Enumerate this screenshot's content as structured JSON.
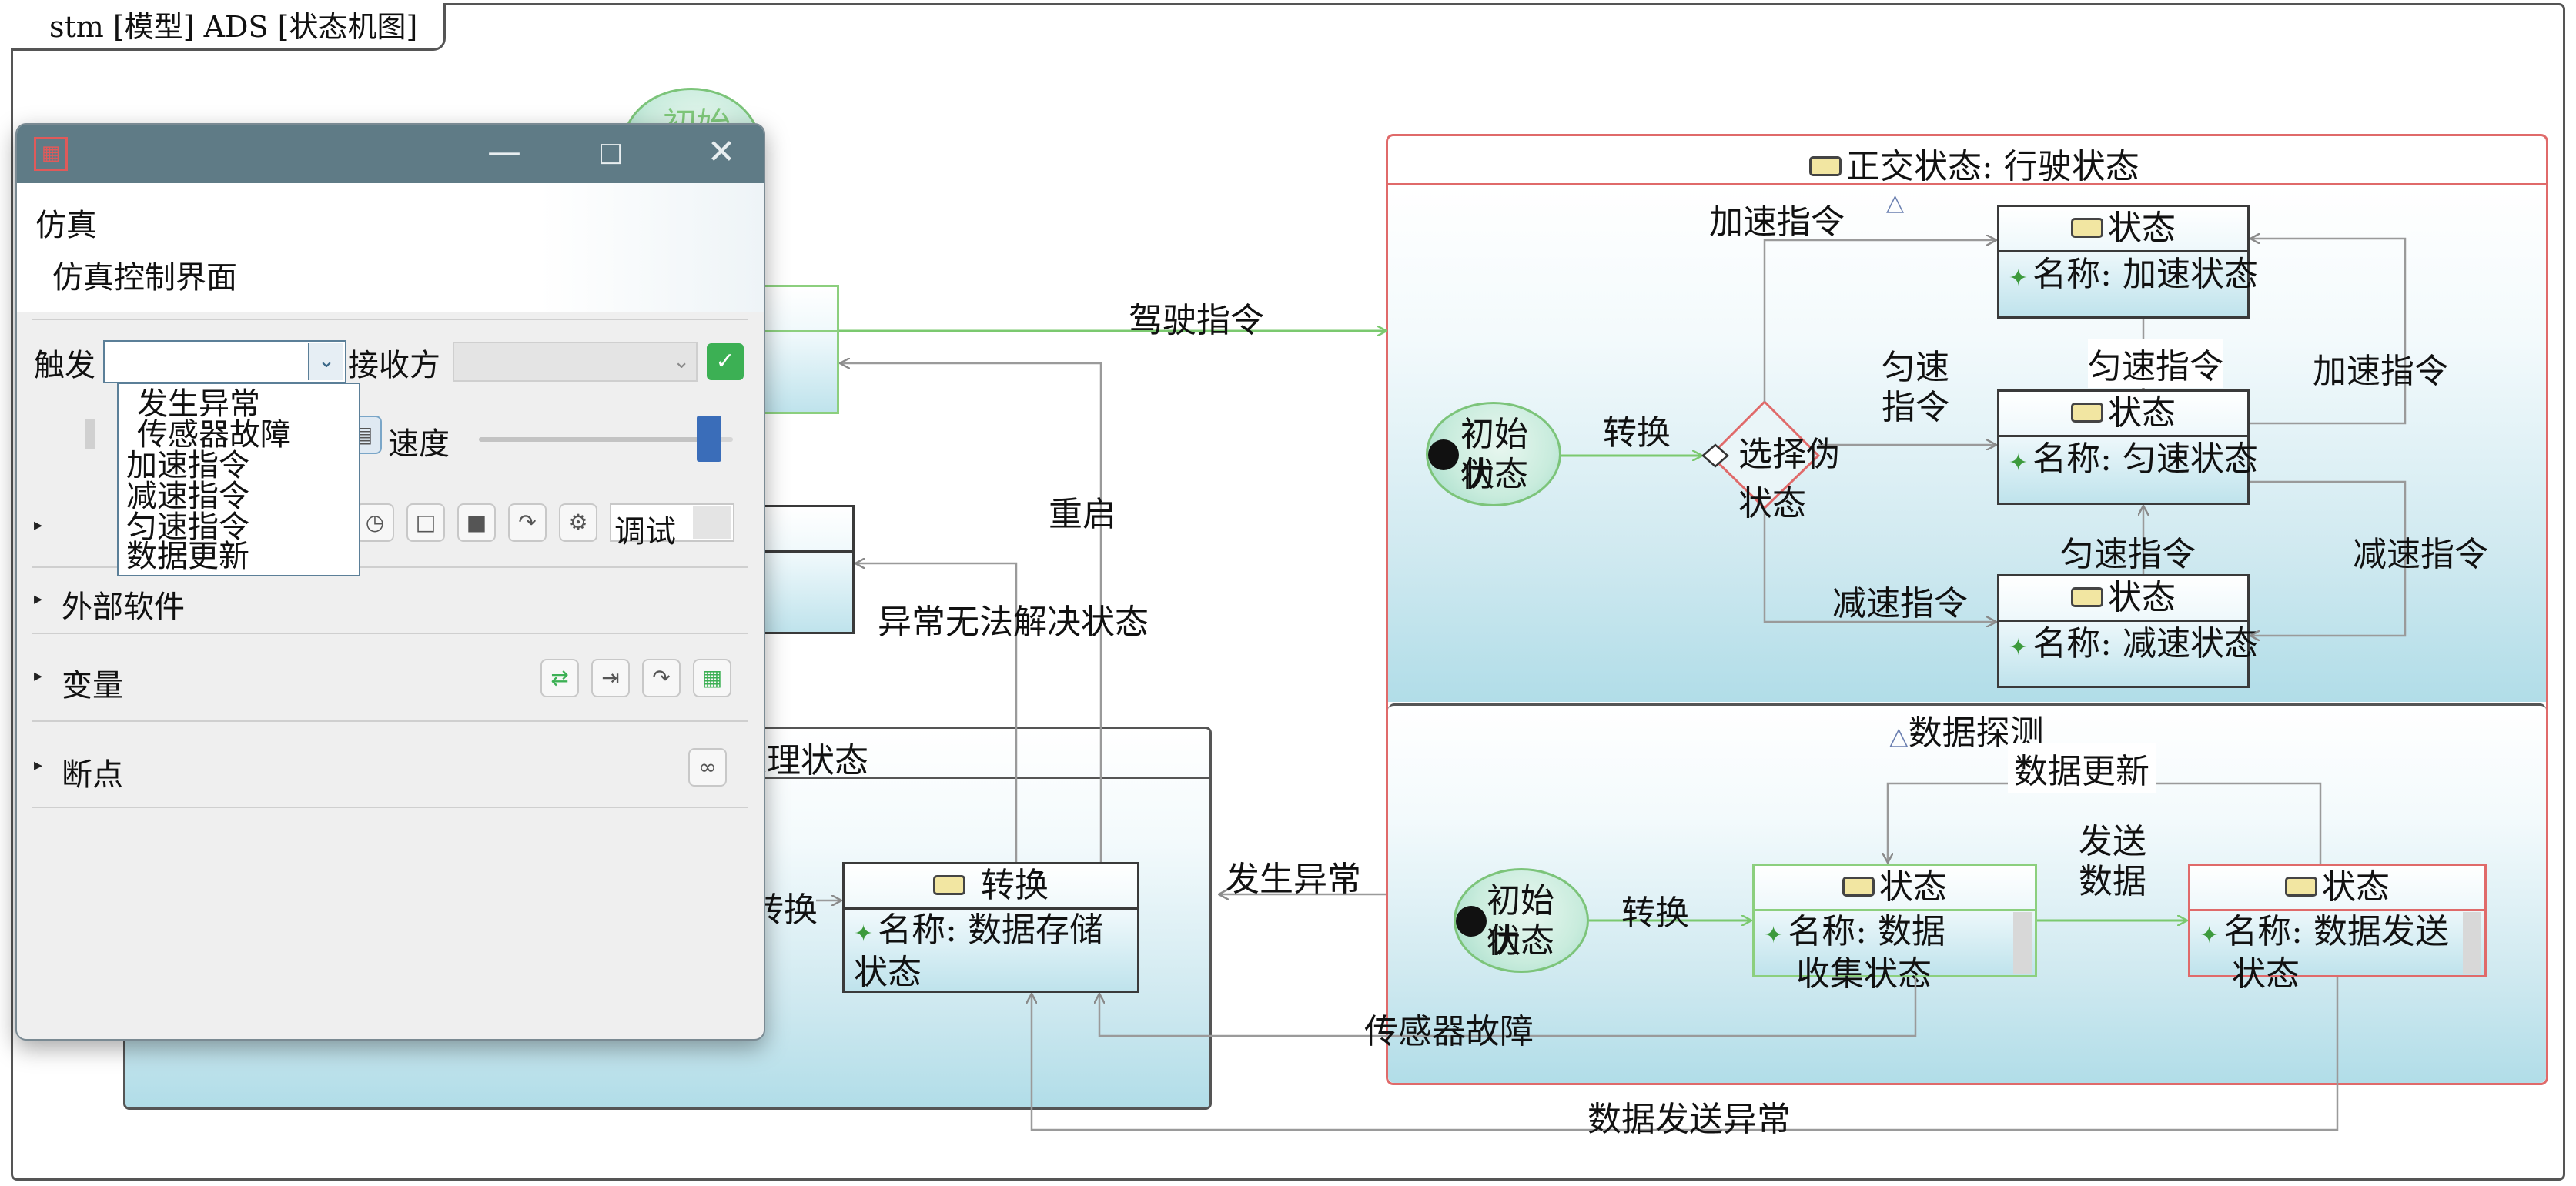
{
  "frame": {
    "title": "stm [模型] ADS [状态机图]"
  },
  "orthogonal_region": {
    "title": "正交状态: 行驶状态",
    "initial": [
      "初始伪",
      "状态"
    ],
    "choice": [
      "选择伪",
      "状态"
    ],
    "states": [
      {
        "header": "状态",
        "name": "名称: 加速状态"
      },
      {
        "header": "状态",
        "name": "名称: 匀速状态"
      },
      {
        "header": "状态",
        "name": "名称: 减速状态"
      }
    ],
    "labels": {
      "accel_top": "加速指令",
      "convert": "转换",
      "uniform_left": [
        "匀速",
        "指令"
      ],
      "uniform_mid1": "匀速指令",
      "accel_right": "加速指令",
      "uniform_mid2": "匀速指令",
      "decel_right": "减速指令",
      "decel_left": "减速指令"
    }
  },
  "data_region": {
    "title": "数据探测",
    "initial": [
      "初始伪",
      "状态"
    ],
    "states": [
      {
        "header": "状态",
        "name": [
          "名称: 数据",
          "收集状态"
        ]
      },
      {
        "header": "状态",
        "name": [
          "名称: 数据发送",
          "状态"
        ]
      }
    ],
    "labels": {
      "update": "数据更新",
      "convert": "转换",
      "send": [
        "发送",
        "数据"
      ]
    }
  },
  "process_region": {
    "title": "处理状态",
    "state": {
      "header": "转换",
      "name": [
        "名称: 数据存储",
        "状态"
      ]
    },
    "convert": "转换"
  },
  "partial_states": {
    "initial_text": "初始伪"
  },
  "transitions": {
    "drive": "驾驶指令",
    "restart": "重启",
    "unresolved": "异常无法解决状态",
    "exception": "发生异常",
    "sensor_fault": "传感器故障",
    "send_exception": "数据发送异常"
  },
  "sim": {
    "title": "仿真",
    "subtitle": "仿真控制界面",
    "trigger_label": "触发",
    "trigger_value": "",
    "receiver_label": "接收方",
    "receiver_value": "",
    "speed_label": "速度",
    "speed_level": 0.95,
    "debug_label": "调试",
    "dropdown_options": [
      "发生异常",
      "传感器故障",
      "加速指令",
      "减速指令",
      "匀速指令",
      "数据更新"
    ],
    "sections": [
      "外部软件",
      "变量",
      "断点"
    ]
  },
  "colors": {
    "green_arrow": "#7bc96f",
    "gray_arrow": "#9a9a9a",
    "red_border": "#e06a6a",
    "green_border": "#8ccf7e",
    "title_bar": "#5f7b86"
  }
}
